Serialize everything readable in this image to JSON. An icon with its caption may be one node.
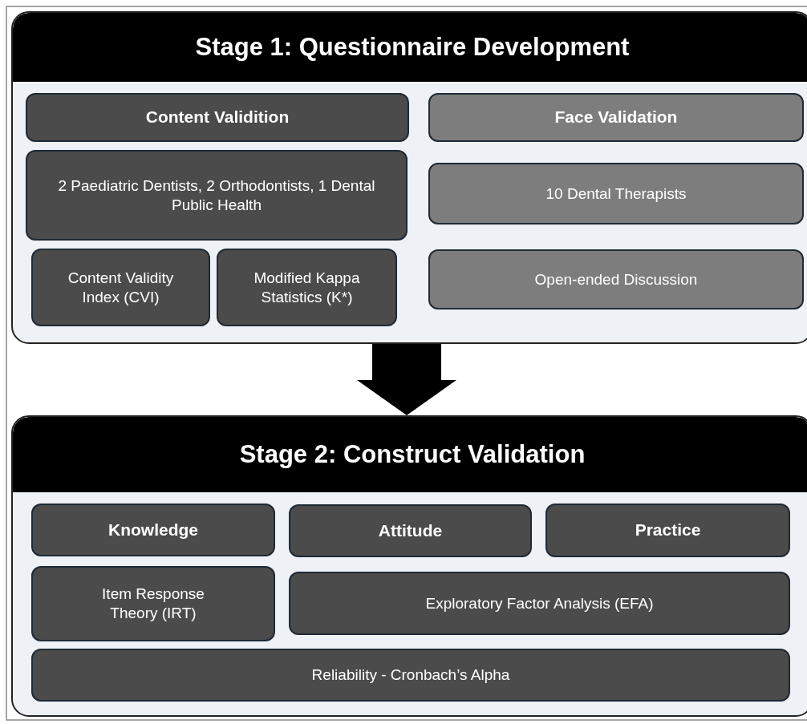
{
  "diagram": {
    "nodes": [
      {
        "text": [
          "Stage 1: Questionnaire Development"
        ]
      },
      {
        "text": [
          "Content Validition"
        ],
        "in": 0
      },
      {
        "text": [
          "Face Validation"
        ],
        "in": 0
      },
      {
        "text": [
          "2 Paediatric Dentists, 2 Orthodontists, 1 Dental Public Health"
        ],
        "in": 0
      },
      {
        "text": [
          "10 Dental Therapists"
        ],
        "in": 0
      },
      {
        "text": [
          "Content Validity Index (CVI)"
        ],
        "in": 0
      },
      {
        "text": [
          "Modified Kappa Statistics (K*)"
        ],
        "in": 0
      },
      {
        "text": [
          "Open-ended Discussion"
        ],
        "in": 0
      },
      {
        "text": [
          "Stage 2: Construct Validation"
        ]
      },
      {
        "text": [
          "Knowledge"
        ],
        "in": 8
      },
      {
        "text": [
          "Attitude"
        ],
        "in": 8
      },
      {
        "text": [
          "Practice"
        ],
        "in": 8
      },
      {
        "text": [
          "Item Response Theory (IRT)"
        ],
        "in": 8
      },
      {
        "text": [
          "Exploratory Factor Analysis (EFA)"
        ],
        "in": 8
      },
      {
        "text": [
          "Reliability - Cronbach’s Alpha"
        ],
        "in": 8
      }
    ],
    "edges": [
      {
        "from": 0,
        "to": 8,
        "arrow": "to"
      }
    ]
  }
}
